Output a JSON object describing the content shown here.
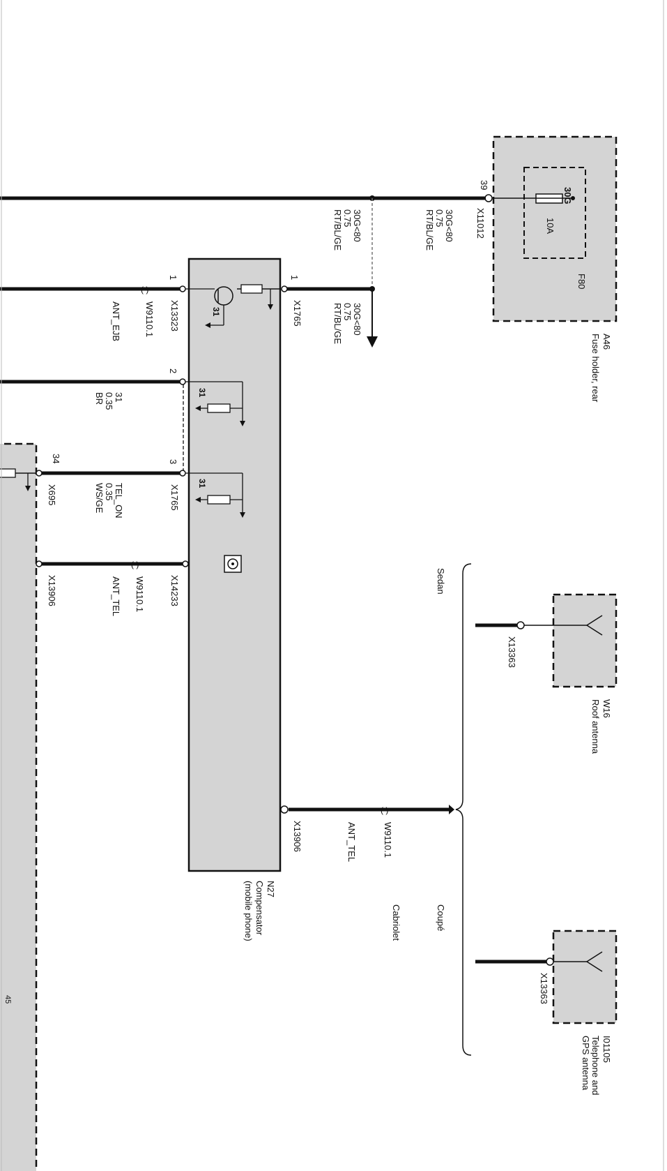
{
  "fuse_holder": {
    "ref": "A46",
    "name": "Fuse holder, rear",
    "fuse_ref": "F80",
    "fuse_rating": "10A",
    "fuse_terminal": "30G",
    "connector": "X11012",
    "pin": "39"
  },
  "feed_wires": {
    "incoming": [
      "30G<80",
      "0.75",
      "RT/BL/GE"
    ],
    "outgoing": [
      "30G<80",
      "0.75",
      "RT/BL/GE"
    ],
    "branch": [
      "30G<80",
      "0.75",
      "RT/BL/GE"
    ]
  },
  "compensator": {
    "ref": "N27",
    "name_line1": "Compensator",
    "name_line2": "(mobile phone)",
    "pins": {
      "X1765_1": {
        "connector": "X1765",
        "pin": "1"
      },
      "X13323_1": {
        "connector": "X13323",
        "pin": "1"
      },
      "pin2": {
        "pin": "2"
      },
      "X1765_3": {
        "connector": "X1765",
        "pin": "3"
      },
      "X14233": {
        "connector": "X14233"
      },
      "X13906": {
        "connector": "X13906"
      }
    },
    "ground_labels": [
      "31",
      "31",
      "31"
    ]
  },
  "wires": {
    "ant_ejb": {
      "harness": "W9110.1",
      "signal": "ANT_EJB"
    },
    "ground": [
      "31",
      "0.35",
      "BR"
    ],
    "tel_on": [
      "TEL_ON",
      "0.35",
      "WS/GE"
    ],
    "ant_tel_left": {
      "harness": "W9110.1",
      "signal": "ANT_TEL",
      "connector": "X13906"
    },
    "ant_tel_right": {
      "harness": "W9110.1",
      "signal": "ANT_TEL"
    }
  },
  "left_module": {
    "connector": "X695",
    "pin": "34",
    "fragment_text": "45"
  },
  "variants": {
    "sedan": "Sedan",
    "coupe": "Coupé",
    "cabriolet": "Cabriolet"
  },
  "antennas": {
    "roof": {
      "ref": "W16",
      "name": "Roof antenna",
      "connector": "X13363"
    },
    "tel_gps": {
      "ref": "I01105",
      "name_line1": "Telephone and",
      "name_line2": "GPS antenna",
      "connector": "X13363"
    }
  }
}
